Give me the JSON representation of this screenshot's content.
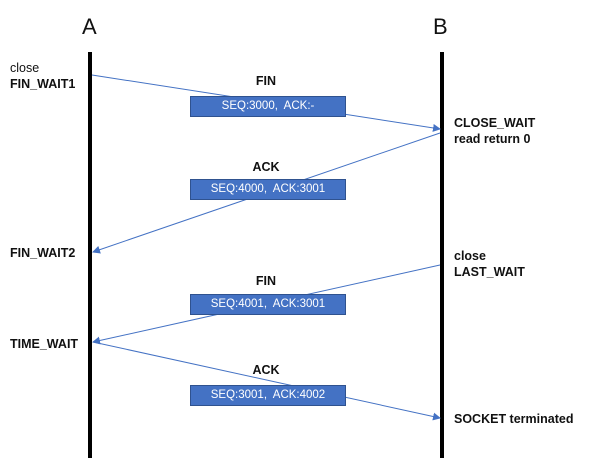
{
  "hosts": {
    "a": "A",
    "b": "B"
  },
  "a_states": {
    "close": "close",
    "fin_wait1": "FIN_WAIT1",
    "fin_wait2": "FIN_WAIT2",
    "time_wait": "TIME_WAIT"
  },
  "b_states": {
    "close_wait": "CLOSE_WAIT",
    "read_return": "read  return  0",
    "close": "close",
    "last_wait": "LAST_WAIT",
    "socket_terminated": "SOCKET  terminated"
  },
  "messages": [
    {
      "name": "FIN",
      "label": "SEQ:3000,  ACK:-"
    },
    {
      "name": "ACK",
      "label": "SEQ:4000,  ACK:3001"
    },
    {
      "name": "FIN",
      "label": "SEQ:4001,  ACK:3001"
    },
    {
      "name": "ACK",
      "label": "SEQ:3001,  ACK:4002"
    }
  ],
  "colors": {
    "arrow": "#4472c4",
    "box_fill": "#4472c4",
    "timeline": "#000000"
  }
}
